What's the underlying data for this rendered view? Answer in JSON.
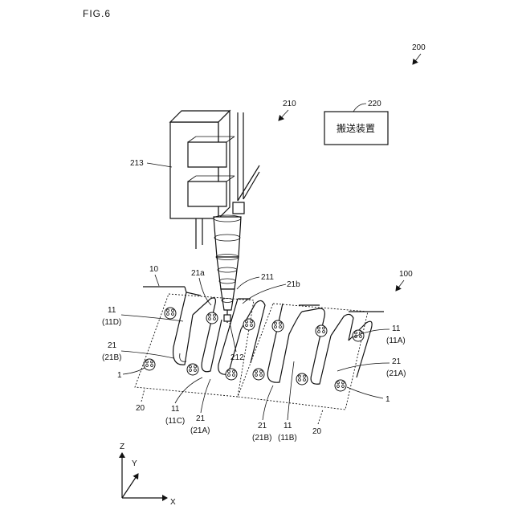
{
  "figure_label": "FIG.6",
  "labels": {
    "system": "200",
    "robot": "210",
    "transport_ref": "220",
    "transport_box": "搬送装置",
    "hand": "213",
    "ref_10": "10",
    "ref_100": "100",
    "ref_21a": "21a",
    "ref_211": "211",
    "ref_21b": "21b",
    "ref_212": "212",
    "left_11": "11",
    "left_11d": "(11D)",
    "left_21": "21",
    "left_21b": "(21B)",
    "left_1": "1",
    "left_20": "20",
    "bottom_11c_a": "11",
    "bottom_11c_b": "(11C)",
    "bottom_21a_a": "21",
    "bottom_21a_b": "(21A)",
    "bottom_21b_a": "21",
    "bottom_21b_b": "(21B)",
    "bottom_11b_a": "11",
    "bottom_11b_b": "(11B)",
    "bottom_20": "20",
    "right_11": "11",
    "right_11a": "(11A)",
    "right_21": "21",
    "right_21a": "(21A)",
    "right_1": "1",
    "axis_z": "Z",
    "axis_y": "Y",
    "axis_x": "X"
  }
}
